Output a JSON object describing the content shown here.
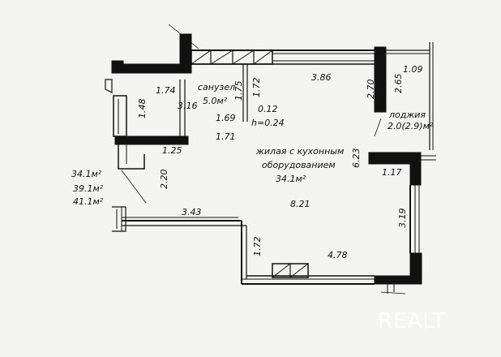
{
  "plan": {
    "rooms": {
      "bathroom_name": "санузел",
      "bathroom_area": "5.0м²",
      "living_name_line1": "жилая с кухонным",
      "living_name_line2": "оборудованием",
      "living_area": "34.1м²",
      "loggia_name": "лоджия",
      "loggia_area": "2.0(2.9)м²"
    },
    "totals": {
      "t1": "34.1м²",
      "t2": "39.1м²",
      "t3": "41.1м²"
    },
    "dimensions": {
      "d_174": "1.74",
      "d_148": "1.48",
      "d_316": "3.16",
      "d_175": "1.75",
      "d_172_top": "1.72",
      "d_169": "1.69",
      "d_171": "1.71",
      "d_012": "0.12",
      "d_h": "h=0.24",
      "d_386": "3.86",
      "d_270": "2.70",
      "d_265": "2.65",
      "d_109": "1.09",
      "d_125": "1.25",
      "d_220": "2.20",
      "d_623": "6.23",
      "d_117": "1.17",
      "d_821": "8.21",
      "d_343": "3.43",
      "d_319": "3.19",
      "d_172_bottom": "1.72",
      "d_478": "4.78"
    },
    "watermark": "REALT",
    "colors": {
      "ink": "#111111",
      "paper": "#f4f4f2",
      "watermark": "#ffffff"
    }
  }
}
